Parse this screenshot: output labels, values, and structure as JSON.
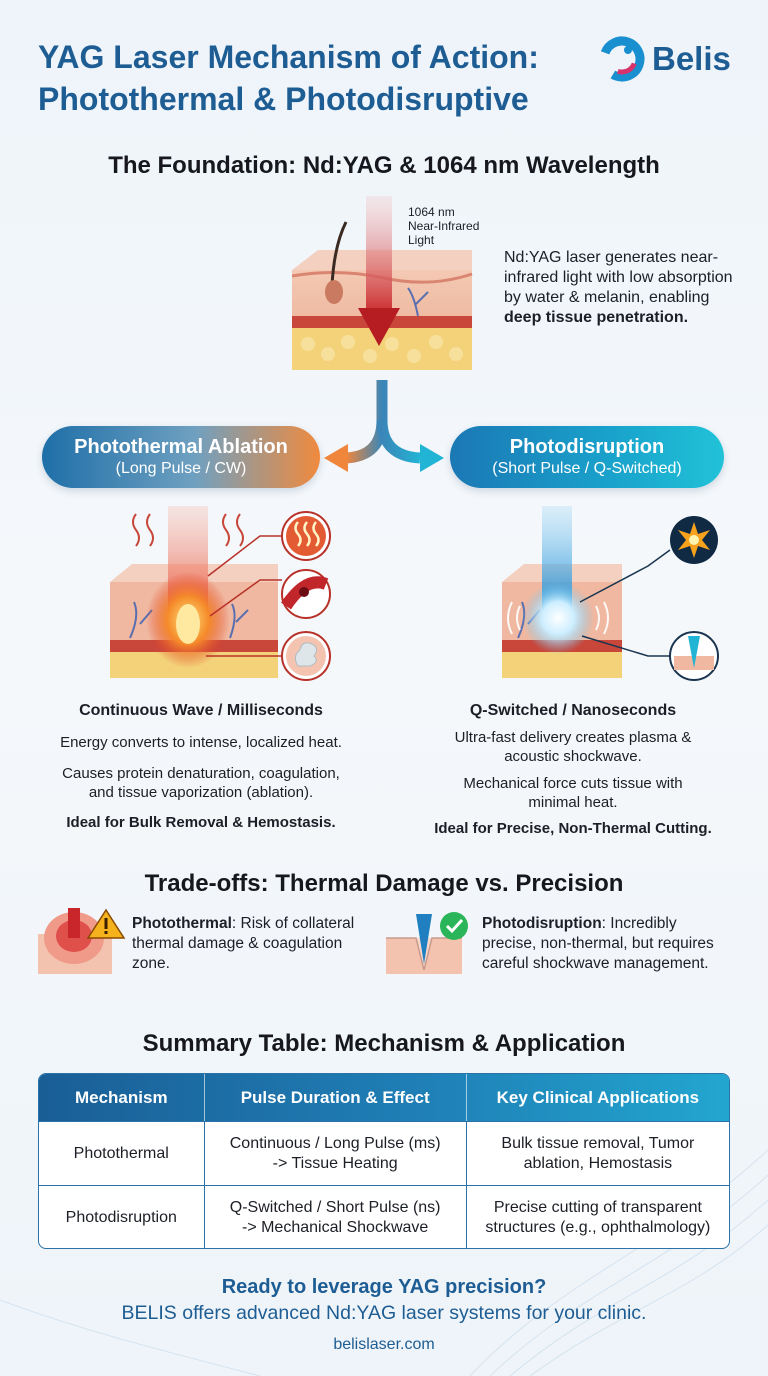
{
  "header": {
    "title_line1": "YAG Laser Mechanism of Action:",
    "title_line2": "Photothermal & Photodisruptive",
    "logo_text": "Belis",
    "brand_color": "#1e5d93"
  },
  "foundation": {
    "title": "The Foundation: Nd:YAG & 1064 nm Wavelength",
    "beam_label_1": "1064 nm",
    "beam_label_2": "Near-Infrared",
    "beam_label_3": "Light",
    "desc_plain": "Nd:YAG laser generates near-infrared light with low absorption by water & melanin, enabling ",
    "desc_bold": "deep tissue penetration."
  },
  "photothermal": {
    "pill_title": "Photothermal Ablation",
    "pill_sub": "(Long Pulse / CW)",
    "heading": "Continuous Wave / Milliseconds",
    "line1": "Energy converts to intense, localized heat.",
    "line2a": "Causes protein denaturation, coagulation,",
    "line2b": "and tissue vaporization (ablation).",
    "ideal": "Ideal for Bulk Removal & Hemostasis.",
    "icons": [
      "heat-waves-icon",
      "blood-vessel-coagulation-icon",
      "vaporization-plume-icon"
    ]
  },
  "photodisruption": {
    "pill_title": "Photodisruption",
    "pill_sub": "(Short Pulse / Q-Switched)",
    "heading": "Q-Switched / Nanoseconds",
    "line1a": "Ultra-fast delivery creates plasma &",
    "line1b": "acoustic shockwave.",
    "line2a": "Mechanical force cuts tissue with",
    "line2b": "minimal heat.",
    "ideal": "Ideal for Precise, Non-Thermal Cutting.",
    "icons": [
      "plasma-burst-icon",
      "precise-cut-icon"
    ]
  },
  "tradeoffs": {
    "title": "Trade-offs: Thermal Damage vs. Precision",
    "left_bold": "Photothermal",
    "left_text_1": ": Risk of collateral",
    "left_text_2": "thermal damage & coagulation",
    "left_text_3": "zone.",
    "right_bold": "Photodisruption",
    "right_text_1": ": Incredibly",
    "right_text_2": "precise, non-thermal, but requires",
    "right_text_3": "careful shockwave management."
  },
  "summary": {
    "title": "Summary Table: Mechanism & Application",
    "headers": [
      "Mechanism",
      "Pulse Duration & Effect",
      "Key Clinical Applications"
    ],
    "rows": [
      {
        "mechanism": "Photothermal",
        "effect_1": "Continuous / Long Pulse (ms)",
        "effect_2": "-> Tissue Heating",
        "apps_1": "Bulk tissue removal, Tumor",
        "apps_2": "ablation, Hemostasis"
      },
      {
        "mechanism": "Photodisruption",
        "effect_1": "Q-Switched / Short Pulse (ns)",
        "effect_2": "-> Mechanical Shockwave",
        "apps_1": "Precise cutting of transparent",
        "apps_2": "structures (e.g., ophthalmology)"
      }
    ]
  },
  "cta": {
    "line1": "Ready to leverage YAG precision?",
    "line2": "BELIS offers advanced Nd:YAG laser systems for your clinic.",
    "website": "belislaser.com"
  }
}
